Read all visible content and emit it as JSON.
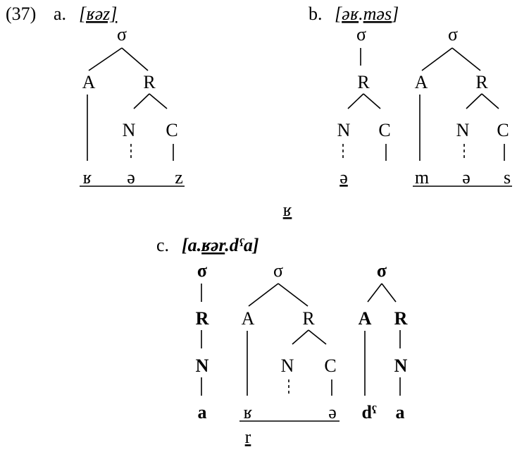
{
  "example": {
    "number": "(37)",
    "a": {
      "letter": "a.",
      "transcription": "[ʁəz]",
      "nodes": {
        "sigma": "σ",
        "onset": "A",
        "rhyme": "R",
        "nucleus": "N",
        "coda": "C"
      },
      "segments": [
        "ʁ",
        "ə",
        "z"
      ]
    },
    "b": {
      "letter": "b.",
      "t_open": "[",
      "t_part1": "əʁ",
      "t_dot": ".",
      "t_part2": "məs",
      "t_close": "]",
      "syll1": {
        "sigma": "σ",
        "rhyme": "R",
        "nucleus": "N",
        "coda": "C",
        "segment": "ə"
      },
      "syll2": {
        "sigma": "σ",
        "onset": "A",
        "rhyme": "R",
        "nucleus": "N",
        "coda": "C",
        "segments": [
          "m",
          "ə",
          "s"
        ]
      },
      "floating": "ʁ"
    },
    "c": {
      "letter": "c.",
      "t_open": "[",
      "t_p1": "a.",
      "t_p2": "ʁər",
      "t_p3": ".dˤa",
      "t_close": "]",
      "syll1": {
        "sigma": "σ",
        "rhyme": "R",
        "nucleus": "N",
        "segment": "a"
      },
      "syll2": {
        "sigma": "σ",
        "onset": "A",
        "rhyme": "R",
        "nucleus": "N",
        "coda": "C",
        "segments": [
          "ʁ",
          "ə"
        ]
      },
      "syll3": {
        "sigma": "σ",
        "onset": "A",
        "rhyme": "R",
        "nucleus": "N",
        "segments": [
          "dˤ",
          "a"
        ]
      },
      "floating": "r"
    }
  }
}
